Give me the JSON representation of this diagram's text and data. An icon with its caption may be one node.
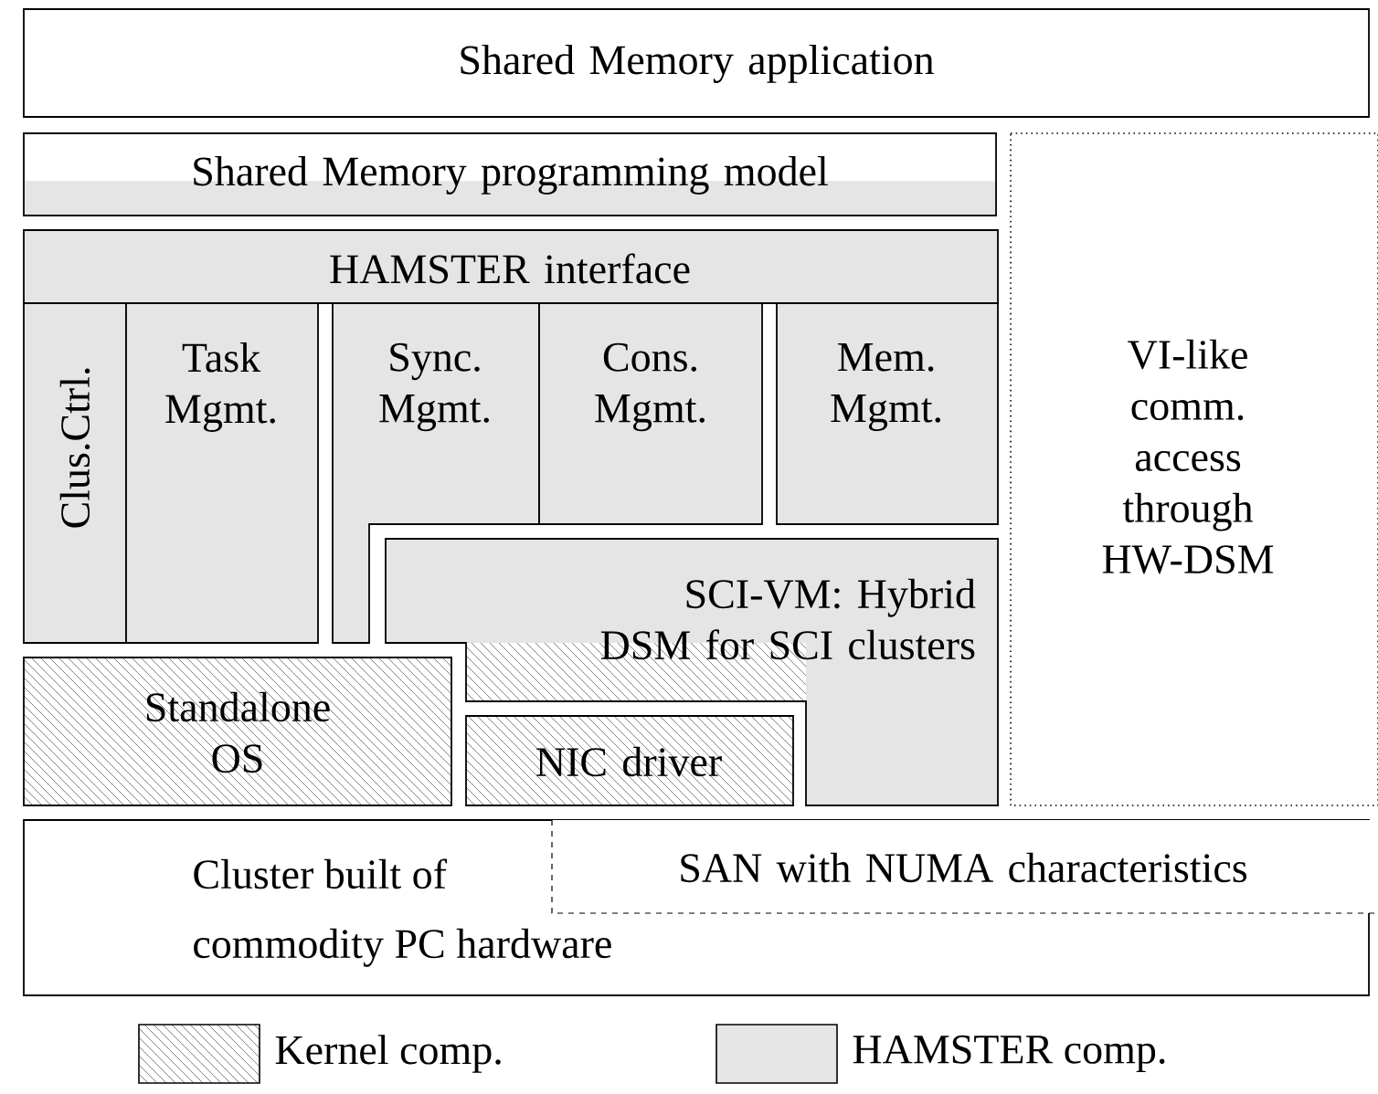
{
  "diagram": {
    "nodes": [
      {
        "text": [
          "Shared Memory application"
        ]
      },
      {
        "text": [
          "Shared Memory programming model"
        ]
      },
      {
        "text": [
          "VI-like comm. access through HW-DSM"
        ]
      },
      {
        "text": [
          "HAMSTER interface"
        ]
      },
      {
        "text": [
          "Clus.Ctrl."
        ]
      },
      {
        "text": [
          "Task Mgmt."
        ]
      },
      {
        "text": [
          "Sync. Mgmt."
        ]
      },
      {
        "text": [
          "Cons. Mgmt."
        ]
      },
      {
        "text": [
          "Mem. Mgmt."
        ]
      },
      {
        "text": [
          "SCI-VM: Hybrid DSM for SCI clusters"
        ]
      },
      {
        "text": [
          "Standalone OS"
        ]
      },
      {
        "text": [
          "NIC driver"
        ]
      },
      {
        "text": [
          "Cluster built of commodity PC hardware"
        ]
      },
      {
        "text": [
          "SAN with NUMA characteristics"
        ],
        "in": 12
      }
    ],
    "legend": [
      {
        "text": "Kernel comp."
      },
      {
        "text": "HAMSTER comp.",
        "color": "#e5e5e5"
      }
    ]
  }
}
